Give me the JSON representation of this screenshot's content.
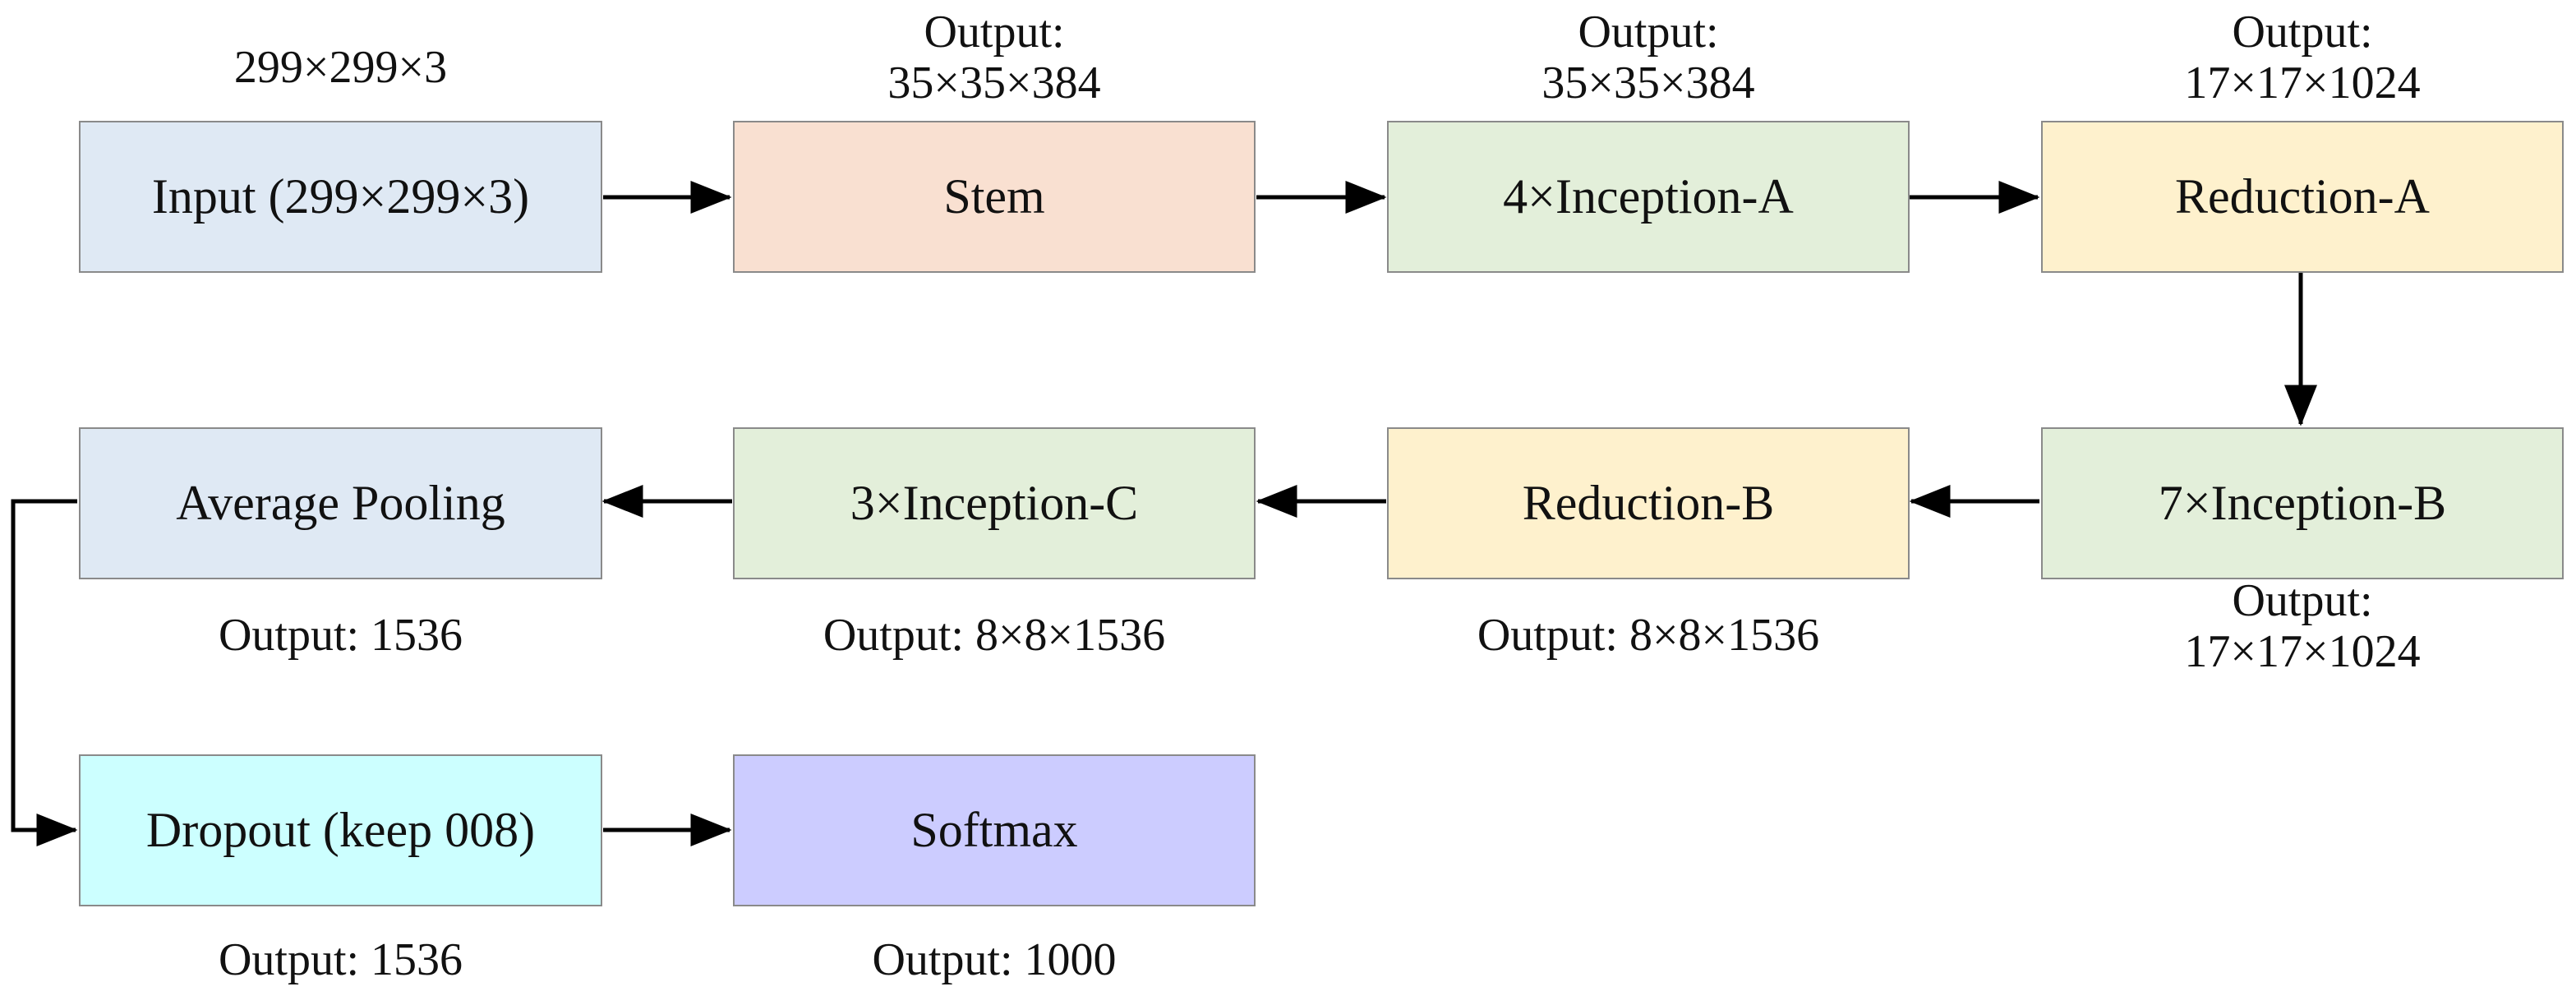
{
  "colors": {
    "input": "#dfe9f4",
    "stem": "#f9e0d1",
    "inception_a": "#e3efda",
    "reduction_a": "#fef1cd",
    "inception_b": "#e3efda",
    "reduction_b": "#fef1cd",
    "inception_c": "#e3efda",
    "average_pooling": "#dfe9f4",
    "dropout": "#ccffff",
    "softmax": "#ccccff",
    "border": "#8a8a8a",
    "arrow": "#000000"
  },
  "nodes": {
    "input": "Input (299×299×3)",
    "stem": "Stem",
    "inception_a": "4×Inception-A",
    "reduction_a": "Reduction-A",
    "inception_b": "7×Inception-B",
    "reduction_b": "Reduction-B",
    "inception_c": "3×Inception-C",
    "average_pooling": "Average Pooling",
    "dropout": "Dropout (keep 008)",
    "softmax": "Softmax"
  },
  "labels": {
    "input_dims": "299×299×3",
    "stem_out_title": "Output:",
    "stem_out_value": "35×35×384",
    "inception_a_out_title": "Output:",
    "inception_a_out_value": "35×35×384",
    "reduction_a_out_title": "Output:",
    "reduction_a_out_value": "17×17×1024",
    "inception_b_out_title": "Output:",
    "inception_b_out_value": "17×17×1024",
    "reduction_b_out": "Output: 8×8×1536",
    "inception_c_out": "Output: 8×8×1536",
    "average_pooling_out": "Output: 1536",
    "dropout_out": "Output: 1536",
    "softmax_out": "Output: 1000"
  }
}
